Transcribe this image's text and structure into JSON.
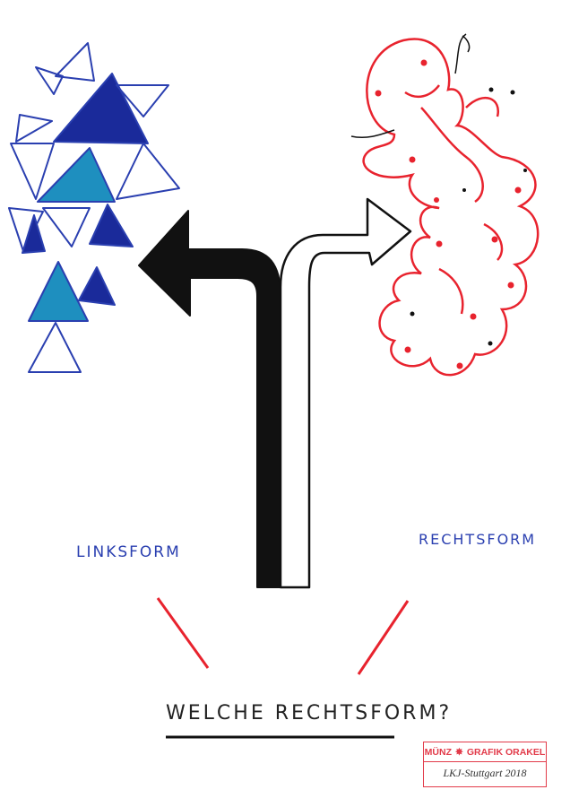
{
  "left_label": "LINKSFORM",
  "right_label": "RECHTSFORM",
  "question": "WELCHE RECHTSFORM?",
  "stamp": {
    "brand_left": "MÜNZ",
    "brand_right": "GRAFIK ORAKEL",
    "signature": "LKJ-Stuttgart 2018"
  },
  "colors": {
    "blue_ink": "#2a3fb0",
    "dark_blue": "#1a2a9a",
    "teal": "#1e8fbf",
    "red_ink": "#e8232e",
    "black": "#111111"
  }
}
